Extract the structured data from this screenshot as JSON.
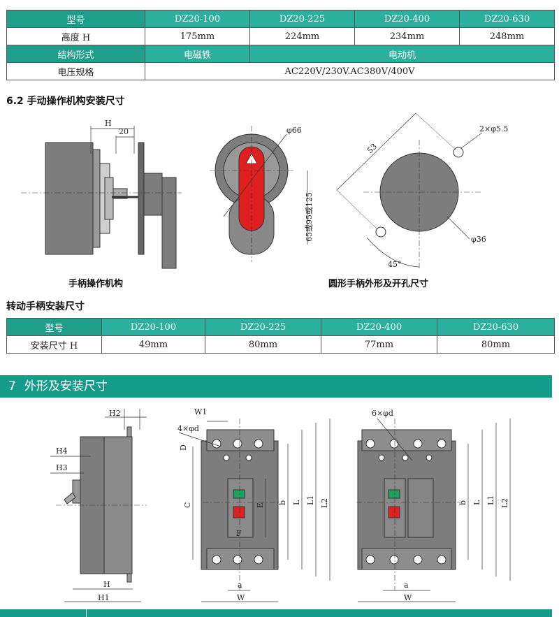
{
  "table1": {
    "model_label": "型号",
    "models": [
      "DZ20-100",
      "DZ20-225",
      "DZ20-400",
      "DZ20-630"
    ],
    "height_label": "高度 H",
    "heights": [
      "175mm",
      "224mm",
      "234mm",
      "248mm"
    ],
    "structure_label": "结构形式",
    "structure_em": "电磁铁",
    "structure_motor": "电动机",
    "voltage_label": "电压规格",
    "voltage_value": "AC220V/230V.AC380V/400V"
  },
  "section_6_2": "6.2 手动操作机构安装尺寸",
  "fig1": {
    "dim_h": "H",
    "dim_20": "20",
    "caption": "手柄操作机构"
  },
  "fig2": {
    "dim_phi66": "φ66",
    "dim_vertical": "65或95或125"
  },
  "fig3": {
    "dim_53": "53",
    "dim_holes": "2×φ5.5",
    "dim_phi36": "φ36",
    "dim_angle": "45°",
    "caption": "圆形手柄外形及开孔尺寸"
  },
  "section_rot": "转动手柄安装尺寸",
  "table2": {
    "model_label": "型号",
    "models": [
      "DZ20-100",
      "DZ20-225",
      "DZ20-400",
      "DZ20-630"
    ],
    "install_label": "安装尺寸 H",
    "values": [
      "49mm",
      "80mm",
      "77mm",
      "80mm"
    ]
  },
  "banner": {
    "number": "7",
    "title": "外形及安装尺寸"
  },
  "side_view": {
    "h2": "H2",
    "h4": "H4",
    "h3": "H3",
    "h": "H",
    "h1": "H1"
  },
  "front3": {
    "w1": "W1",
    "holes": "4×φd",
    "d": "D",
    "c": "C",
    "e": "E",
    "f": "F",
    "b": "b",
    "l": "L",
    "l1": "L1",
    "l2": "L2",
    "a": "a",
    "w": "W"
  },
  "front4": {
    "holes": "6×φd",
    "b": "b",
    "l": "L",
    "l1": "L1",
    "l2": "L2",
    "a": "a",
    "w": "W"
  },
  "colors": {
    "accent": "#1f9e8c",
    "banner": "#159b8a",
    "body_gray": "#7d7d7d",
    "handle_red": "#e02020",
    "on_green": "#1aa35a"
  }
}
